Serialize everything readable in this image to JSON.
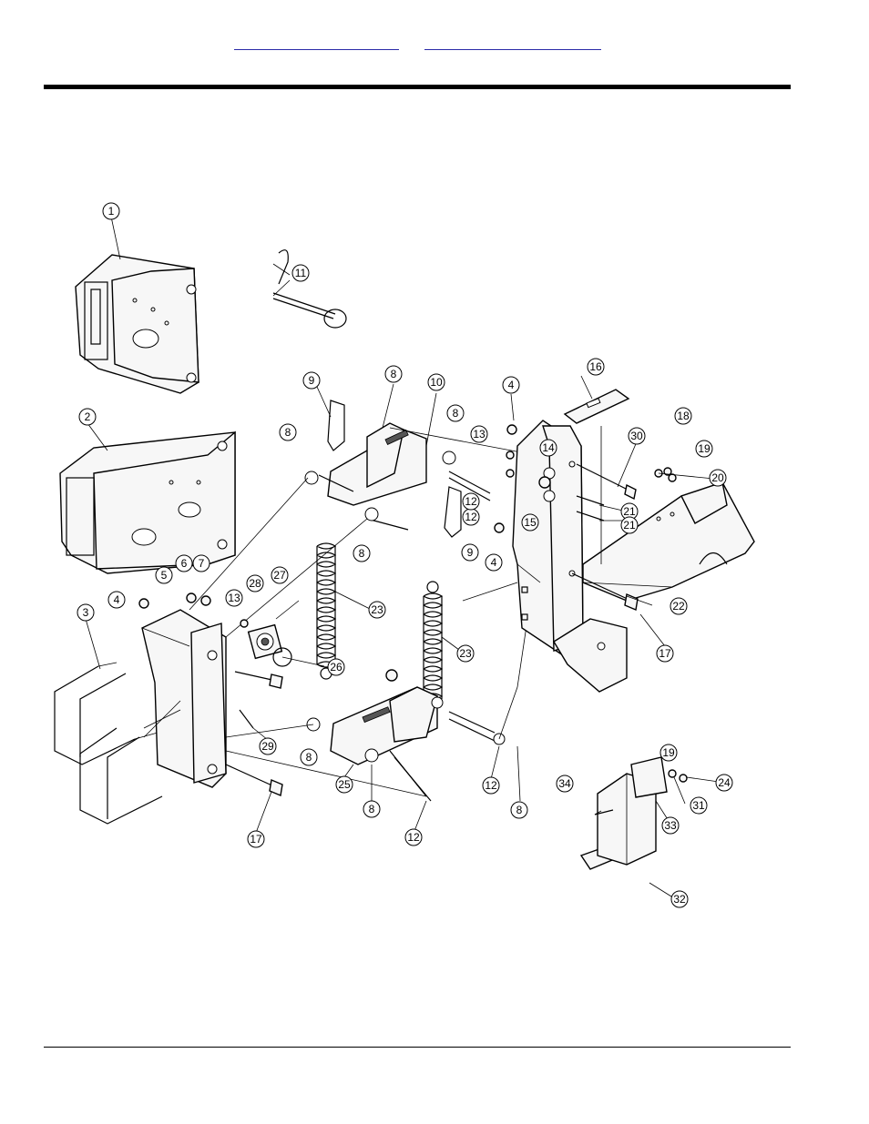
{
  "header": {
    "links": [
      {
        "label": ""
      },
      {
        "label": ""
      }
    ]
  },
  "diagram": {
    "callouts": [
      {
        "n": "1"
      },
      {
        "n": "2"
      },
      {
        "n": "3"
      },
      {
        "n": "4"
      },
      {
        "n": "5"
      },
      {
        "n": "6"
      },
      {
        "n": "7"
      },
      {
        "n": "11"
      },
      {
        "n": "9"
      },
      {
        "n": "8"
      },
      {
        "n": "10"
      },
      {
        "n": "8"
      },
      {
        "n": "4"
      },
      {
        "n": "16"
      },
      {
        "n": "8"
      },
      {
        "n": "13"
      },
      {
        "n": "14"
      },
      {
        "n": "30"
      },
      {
        "n": "18"
      },
      {
        "n": "19"
      },
      {
        "n": "20"
      },
      {
        "n": "12"
      },
      {
        "n": "8"
      },
      {
        "n": "12"
      },
      {
        "n": "15"
      },
      {
        "n": "21"
      },
      {
        "n": "21"
      },
      {
        "n": "4"
      },
      {
        "n": "9"
      },
      {
        "n": "13"
      },
      {
        "n": "28"
      },
      {
        "n": "27"
      },
      {
        "n": "23"
      },
      {
        "n": "22"
      },
      {
        "n": "26"
      },
      {
        "n": "23"
      },
      {
        "n": "17"
      },
      {
        "n": "29"
      },
      {
        "n": "8"
      },
      {
        "n": "25"
      },
      {
        "n": "8"
      },
      {
        "n": "12"
      },
      {
        "n": "8"
      },
      {
        "n": "19"
      },
      {
        "n": "24"
      },
      {
        "n": "31"
      },
      {
        "n": "34"
      },
      {
        "n": "33"
      },
      {
        "n": "17"
      },
      {
        "n": "12"
      },
      {
        "n": "32"
      }
    ]
  }
}
